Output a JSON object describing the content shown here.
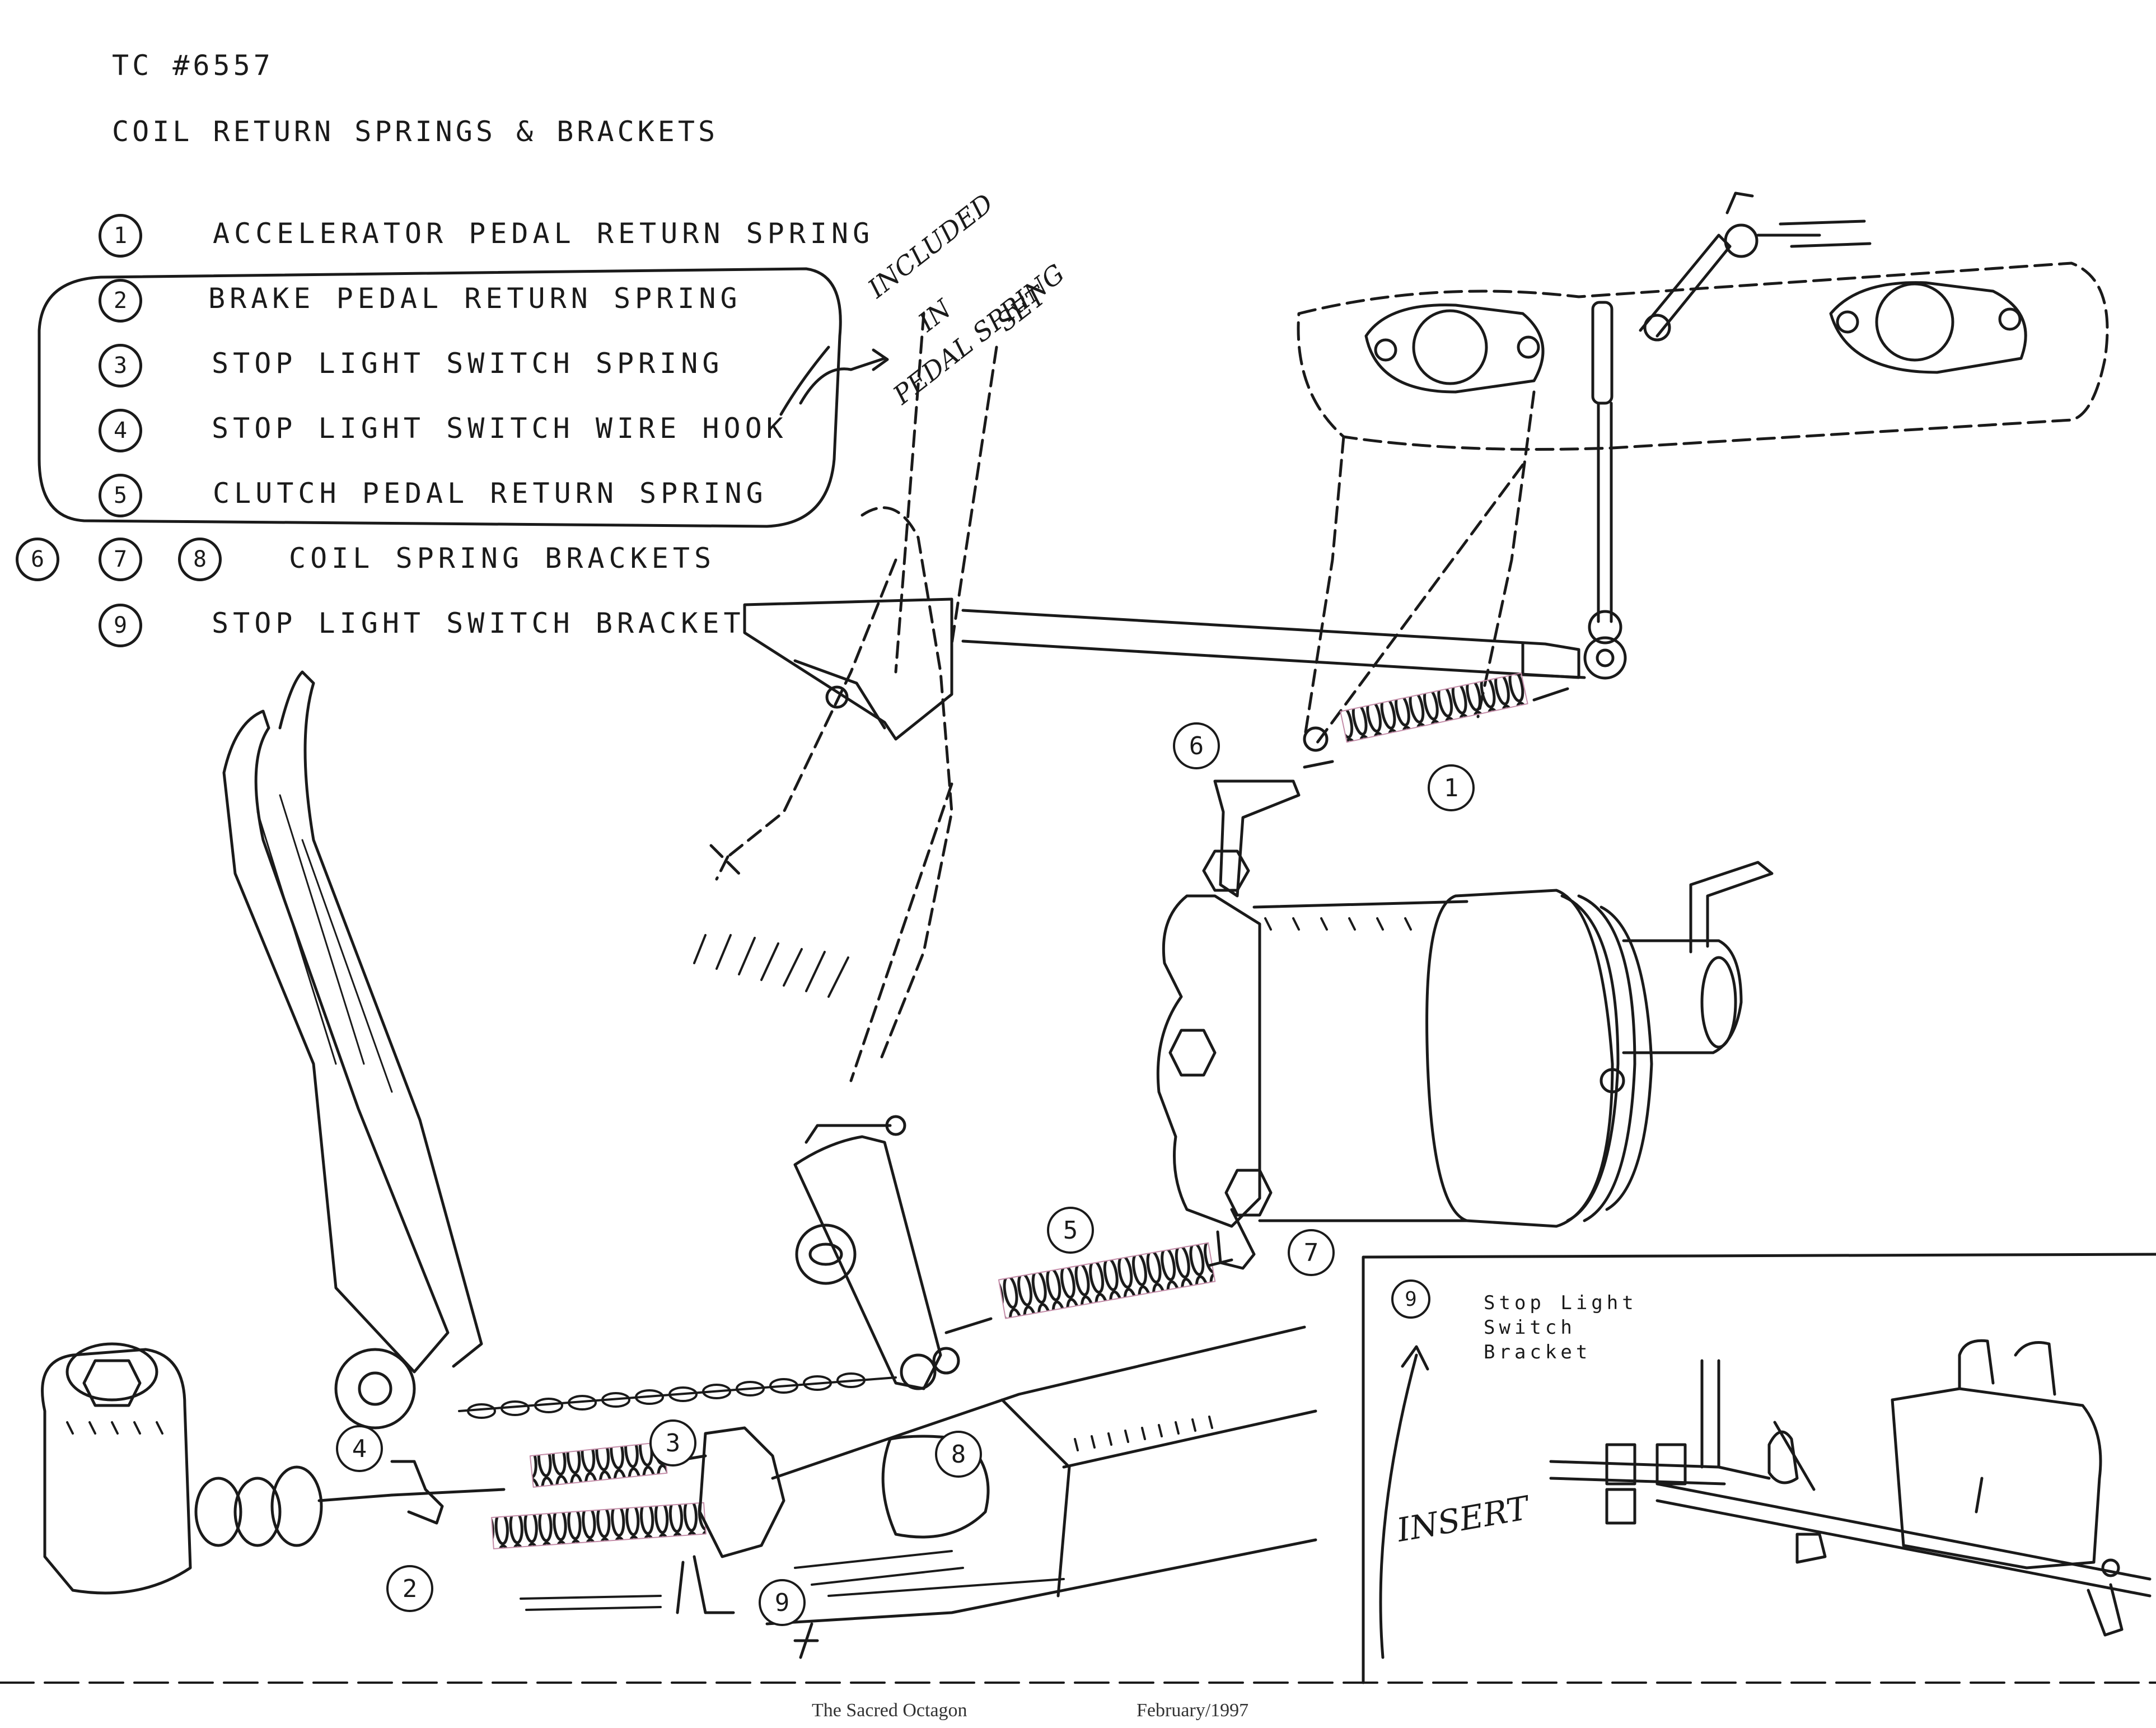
{
  "header": {
    "code": "TC #6557",
    "title": "COIL RETURN SPRINGS & BRACKETS"
  },
  "legend": {
    "items": [
      {
        "nums": [
          "1"
        ],
        "label": "ACCELERATOR PEDAL RETURN SPRING"
      },
      {
        "nums": [
          "2"
        ],
        "label": "BRAKE PEDAL RETURN SPRING"
      },
      {
        "nums": [
          "3"
        ],
        "label": "STOP LIGHT SWITCH SPRING"
      },
      {
        "nums": [
          "4"
        ],
        "label": "STOP LIGHT SWITCH WIRE HOOK"
      },
      {
        "nums": [
          "5"
        ],
        "label": "CLUTCH PEDAL RETURN SPRING"
      },
      {
        "nums": [
          "6",
          "7",
          "8"
        ],
        "label": "COIL SPRING BRACKETS"
      },
      {
        "nums": [
          "9"
        ],
        "label": "STOP LIGHT SWITCH BRACKET"
      }
    ]
  },
  "annotation": {
    "line1": "INCLUDED",
    "line2": "IN",
    "line3": "PEDAL SPRING",
    "line4": "SET"
  },
  "callouts": {
    "c1": "1",
    "c2": "2",
    "c3": "3",
    "c4": "4",
    "c5": "5",
    "c6": "6",
    "c7": "7",
    "c8": "8",
    "c9": "9"
  },
  "insert": {
    "number": "9",
    "label": "Stop Light\nSwitch\nBracket",
    "handwritten": "INSERT"
  },
  "footer": {
    "left": "The Sacred Octagon",
    "right": "February/1997"
  },
  "colors": {
    "ink": "#1a1a1a",
    "spring_highlight": "#c48ca8"
  }
}
